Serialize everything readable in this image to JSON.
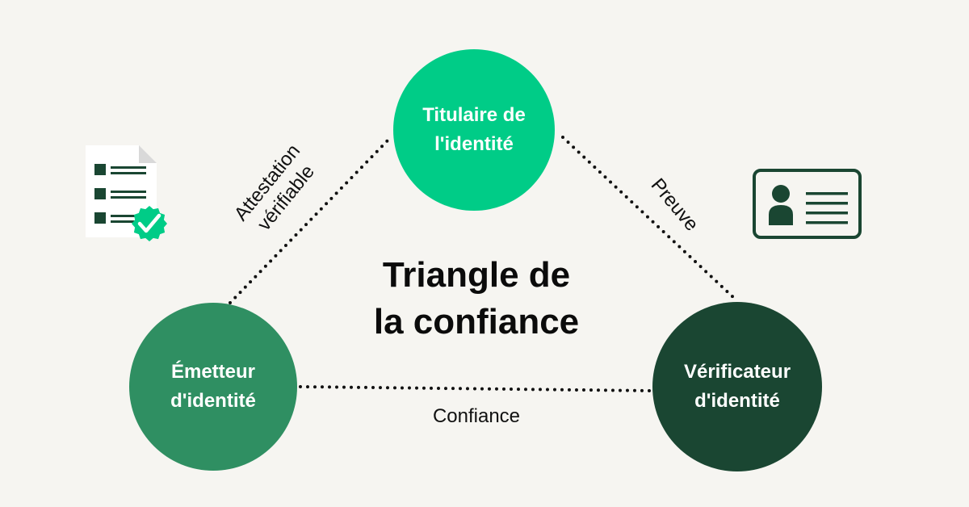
{
  "title": {
    "line1": "Triangle de",
    "line2": "la confiance"
  },
  "nodes": {
    "holder": {
      "line1": "Titulaire de",
      "line2": "l'identité"
    },
    "issuer": {
      "line1": "Émetteur",
      "line2": "d'identité"
    },
    "verifier": {
      "line1": "Vérificateur",
      "line2": "d'identité"
    }
  },
  "edges": {
    "issuer_holder": {
      "line1": "Attestation",
      "line2": "vérifiable"
    },
    "holder_verifier": "Preuve",
    "issuer_verifier": "Confiance"
  },
  "icons": {
    "left": "checklist-document-icon",
    "right": "id-card-icon"
  },
  "colors": {
    "background": "#f6f5f1",
    "holder": "#00cc87",
    "issuer": "#2f8f62",
    "verifier": "#1a4632",
    "icon_dark": "#1a4632",
    "icon_badge": "#00cc87"
  }
}
